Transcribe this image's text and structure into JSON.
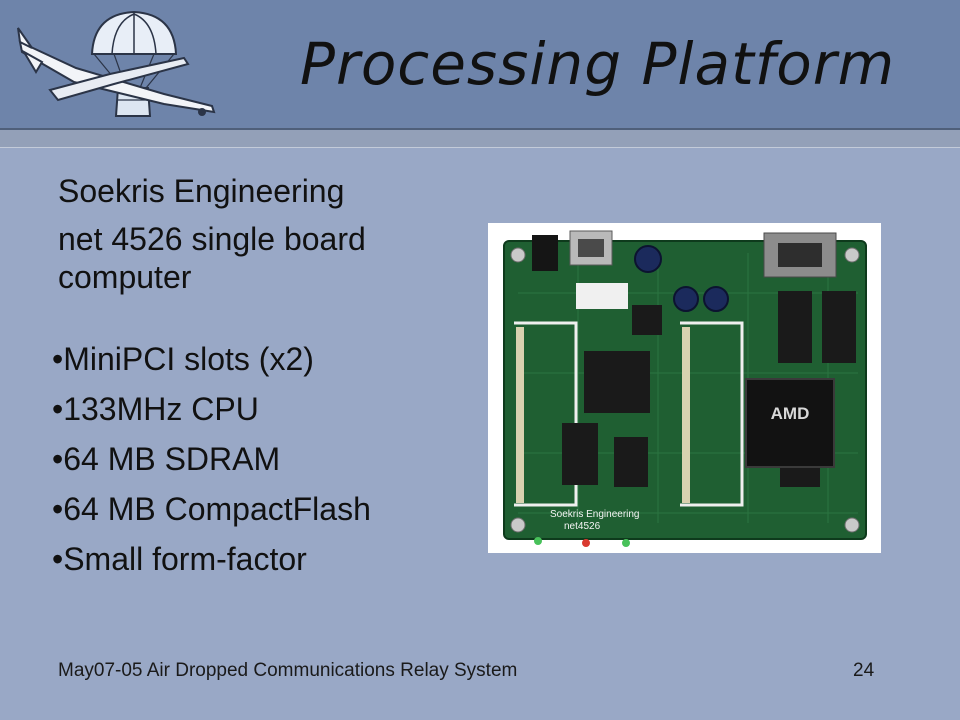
{
  "slide": {
    "title": "Processing Platform",
    "company": "Soekris Engineering",
    "model": "net 4526 single board computer",
    "bullets": [
      "MiniPCI slots (x2)",
      "133MHz CPU",
      "64 MB SDRAM",
      "64 MB CompactFlash",
      "Small form-factor"
    ],
    "footer": "May07-05 Air Dropped Communications Relay System",
    "page_number": "24"
  },
  "logo": {
    "icon": "drone-parachute-logo-icon"
  },
  "photo": {
    "icon": "circuit-board-photo",
    "board_silkscreen": [
      "Soekris Engineering",
      "net4526"
    ],
    "chip_labels": [
      "AMD"
    ]
  },
  "colors": {
    "background": "#99a8c6",
    "header": "#6e84aa",
    "header_rule": "#93a0b8",
    "board_green": "#1f5f32"
  }
}
